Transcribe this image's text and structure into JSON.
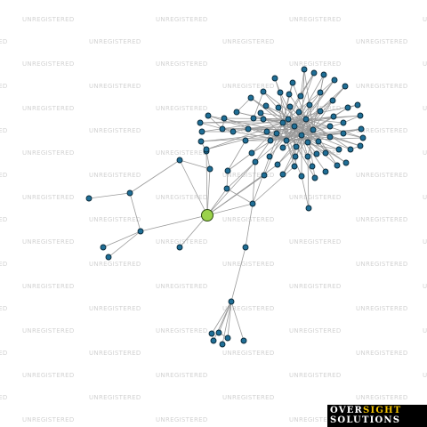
{
  "watermark": {
    "text": "UNREGISTERED"
  },
  "logo": {
    "word1": "OVER",
    "word2": "SIGHT",
    "word3": "SOLUTIONS"
  },
  "colors": {
    "node_fill": "#1f6e96",
    "focus_fill": "#9bd24a",
    "edge": "#9a9a9a",
    "logo_background": "#000000",
    "logo_accent": "#f2c200"
  },
  "graph": {
    "description_free": true,
    "focus_node": "focus",
    "node_count": 98
  }
}
